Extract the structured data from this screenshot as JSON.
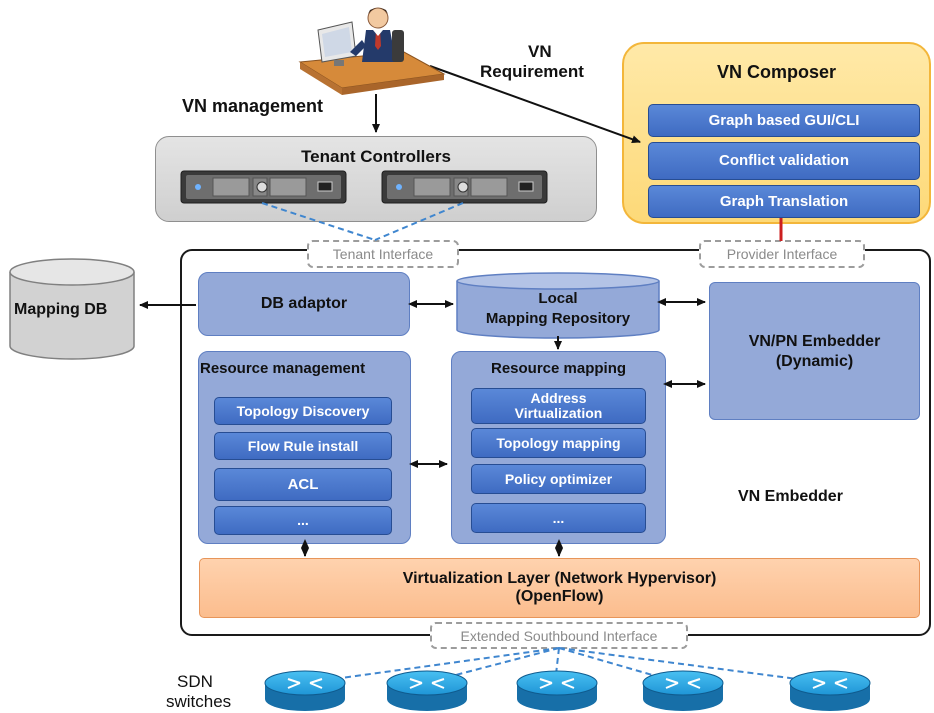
{
  "labels": {
    "vn_management": "VN management",
    "vn_requirement_1": "VN",
    "vn_requirement_2": "Requirement",
    "vn_embedder": "VN Embedder",
    "sdn_switches_1": "SDN",
    "sdn_switches_2": "switches"
  },
  "tenant_controllers": {
    "title": "Tenant Controllers"
  },
  "vn_composer": {
    "title": "VN Composer",
    "items": [
      "Graph based GUI/CLI",
      "Conflict validation",
      "Graph Translation"
    ]
  },
  "interfaces": {
    "tenant": "Tenant  Interface",
    "provider": "Provider  Interface",
    "southbound": "Extended  Southbound  Interface"
  },
  "mapping_db": {
    "label": "Mapping DB"
  },
  "db_adaptor": {
    "label": "DB adaptor"
  },
  "local_repo": {
    "line1": "Local",
    "line2": "Mapping  Repository"
  },
  "vnpn_embedder": {
    "line1": "VN/PN Embedder",
    "line2": "(Dynamic)"
  },
  "resource_management": {
    "title": "Resource  management",
    "items": [
      "Topology Discovery",
      "Flow Rule install",
      "ACL",
      "..."
    ]
  },
  "resource_mapping": {
    "title": "Resource  mapping",
    "items": [
      "Address\nVirtualization",
      "Topology  mapping",
      "Policy optimizer",
      "..."
    ]
  },
  "virtualization_layer": {
    "line1": "Virtualization Layer (Network Hypervisor)",
    "line2": "(OpenFlow)"
  },
  "colors": {
    "blue_button": "#4a78cc",
    "panel_blue": "#94a9d8",
    "composer_yellow": "#fddf86",
    "composer_border": "#f3b63a",
    "virtualization_orange": "#fcc79c",
    "switch_cyan": "#2aa6e0",
    "link_red": "#cc1f1f",
    "dashed_link_blue": "#3f86cf"
  },
  "icons": {
    "operator": "person-at-desk-icon",
    "server": "rack-server-icon",
    "switch": "sdn-switch-icon",
    "database": "database-cylinder-icon"
  }
}
